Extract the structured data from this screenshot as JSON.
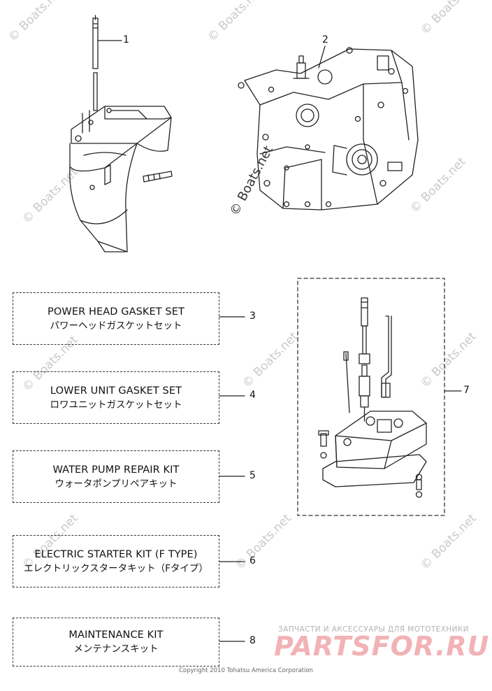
{
  "callouts": {
    "c1": "1",
    "c2": "2",
    "c3": "3",
    "c4": "4",
    "c5": "5",
    "c6": "6",
    "c7": "7",
    "c8": "8"
  },
  "kits": [
    {
      "en": "POWER HEAD GASKET SET",
      "jp": "パワーヘッドガスケットセット"
    },
    {
      "en": "LOWER UNIT GASKET SET",
      "jp": "ロワユニットガスケットセット"
    },
    {
      "en": "WATER PUMP REPAIR KIT",
      "jp": "ウォータポンプリペアキット"
    },
    {
      "en": "ELECTRIC STARTER KIT (F TYPE)",
      "jp": "エレクトリックスタータキット（Fタイプ）"
    },
    {
      "en": "MAINTENANCE KIT",
      "jp": "メンテナンスキット"
    }
  ],
  "watermark": "© Boats.net",
  "footer": {
    "ru_line": "ЗАПЧАСТИ И АКСЕССУАРЫ ДЛЯ МОТОТЕХНИКИ",
    "logo": "PARTSFOR.RU",
    "copyright": "Copyright 2010 Tohatsu America Corporation"
  },
  "colors": {
    "line": "#222222",
    "watermark": "#c9c9c9",
    "logo": "#f2b3b6"
  }
}
